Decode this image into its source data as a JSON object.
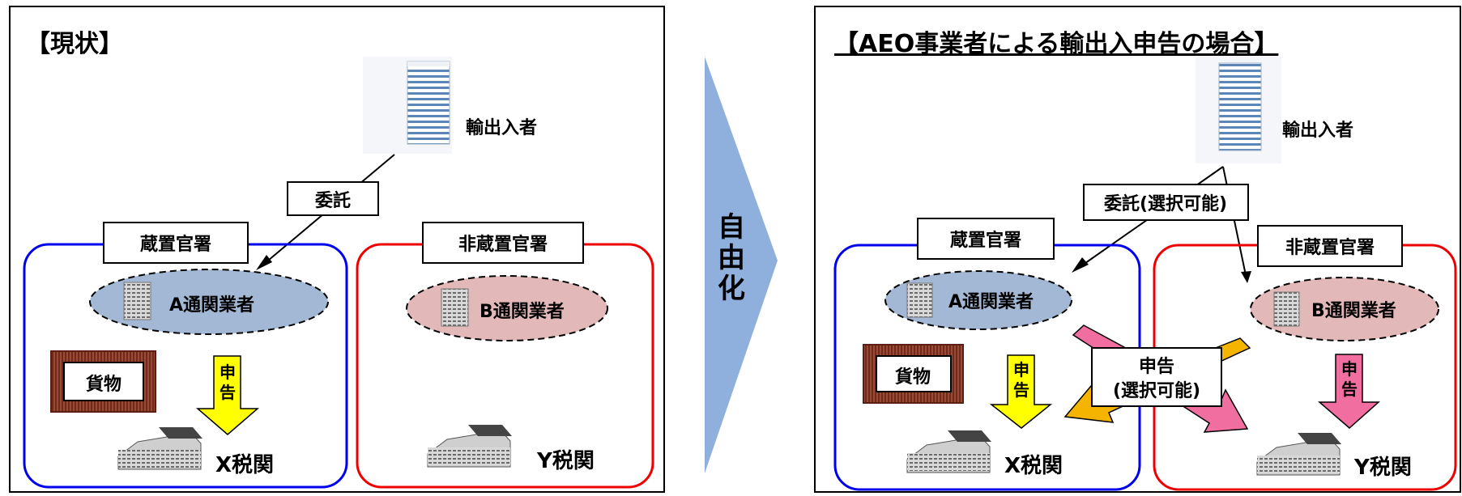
{
  "left": {
    "title": "【現状】",
    "importer_label": "輸出入者",
    "commission_label": "委託",
    "office_a_label": "蔵置官署",
    "office_b_label": "非蔵置官署",
    "broker_a_label": "A通関業者",
    "broker_b_label": "B通関業者",
    "cargo_label": "貨物",
    "declare_1": "申",
    "declare_2": "告",
    "customs_x_label": "X税関",
    "customs_y_label": "Y税関"
  },
  "center": {
    "c1": "自",
    "c2": "由",
    "c3": "化"
  },
  "right": {
    "title": "【AEO事業者による輸出入申告の場合】",
    "importer_label": "輸出入者",
    "commission_label": "委託(選択可能)",
    "office_a_label": "蔵置官署",
    "office_b_label": "非蔵置官署",
    "broker_a_label": "A通関業者",
    "broker_b_label": "B通関業者",
    "cargo_label": "貨物",
    "declare_1": "申",
    "declare_2": "告",
    "declare_b_1": "申",
    "declare_b_2": "告",
    "cross_declare_1": "申告",
    "cross_declare_2": "(選択可能)",
    "customs_x_label": "X税関",
    "customs_y_label": "Y税関"
  },
  "colors": {
    "blue_frame": "#0000ee",
    "red_frame": "#ee0000",
    "broker_a_fill": "#a3b8d4",
    "broker_b_fill": "#e3b8b8",
    "yellow_arrow": "#ffff00",
    "pink_arrow": "#f06fa0",
    "orange_arrow": "#f4b400",
    "chevron": "#8fb0dd",
    "cargo_frame": "#8b3a2a"
  }
}
